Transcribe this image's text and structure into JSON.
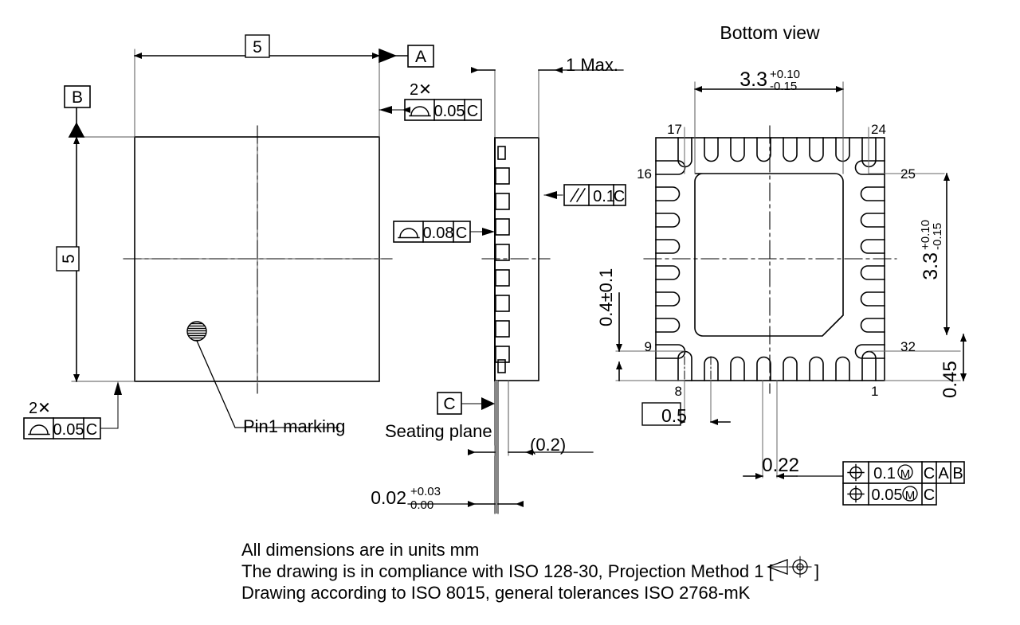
{
  "drawing": {
    "title_bottom_view": "Bottom view",
    "top_view": {
      "dim_width": "5",
      "dim_height": "5",
      "datum_a": "A",
      "datum_b": "B",
      "pin1_label": "Pin1 marking",
      "fcf_top": {
        "qty": "2✕",
        "symbol": "profile-of-surface",
        "tolerance": "0.05",
        "datum": "C"
      },
      "fcf_bottom": {
        "qty": "2✕",
        "symbol": "profile-of-surface",
        "tolerance": "0.05",
        "datum": "C"
      }
    },
    "side_view": {
      "dim_height_max": "1 Max.",
      "datum_c": "C",
      "seating_plane_label": "Seating plane",
      "dim_lead_len": "(0.2)",
      "dim_thickness": "0.02",
      "dim_thickness_upper": "+0.03",
      "dim_thickness_lower": "0.00",
      "fcf_parallel": {
        "symbol": "parallelism",
        "tolerance": "0.1",
        "datum": "C"
      },
      "fcf_profile": {
        "symbol": "profile-of-surface",
        "tolerance": "0.08",
        "datum": "C"
      }
    },
    "bottom_view": {
      "dim_pad_x": "3.3",
      "dim_pad_x_upper": "+0.10",
      "dim_pad_x_lower": "-0.15",
      "dim_pad_y": "3.3",
      "dim_pad_y_upper": "+0.10",
      "dim_pad_y_lower": "-0.15",
      "dim_lead_len": "0.4±0.1",
      "dim_pitch": "0.5",
      "dim_corner": "0.45",
      "dim_lead_width": "0.22",
      "pin_numbers": [
        "17",
        "24",
        "16",
        "25",
        "9",
        "32",
        "8",
        "1"
      ],
      "fcf_position_1": {
        "symbol": "position",
        "tolerance": "0.1",
        "modifier": "M",
        "datums": [
          "C",
          "A",
          "B"
        ]
      },
      "fcf_position_2": {
        "symbol": "position",
        "tolerance": "0.05",
        "modifier": "M",
        "datums": [
          "C"
        ]
      }
    },
    "notes": [
      "All dimensions are in units mm",
      "The drawing is in compliance with ISO 128-30, Projection Method 1 [",
      "Drawing according to ISO 8015, general tolerances ISO 2768-mK"
    ],
    "notes_line2_tail": "]",
    "colors": {
      "line": "#000000",
      "thin": "#444444",
      "background": "#ffffff"
    }
  }
}
